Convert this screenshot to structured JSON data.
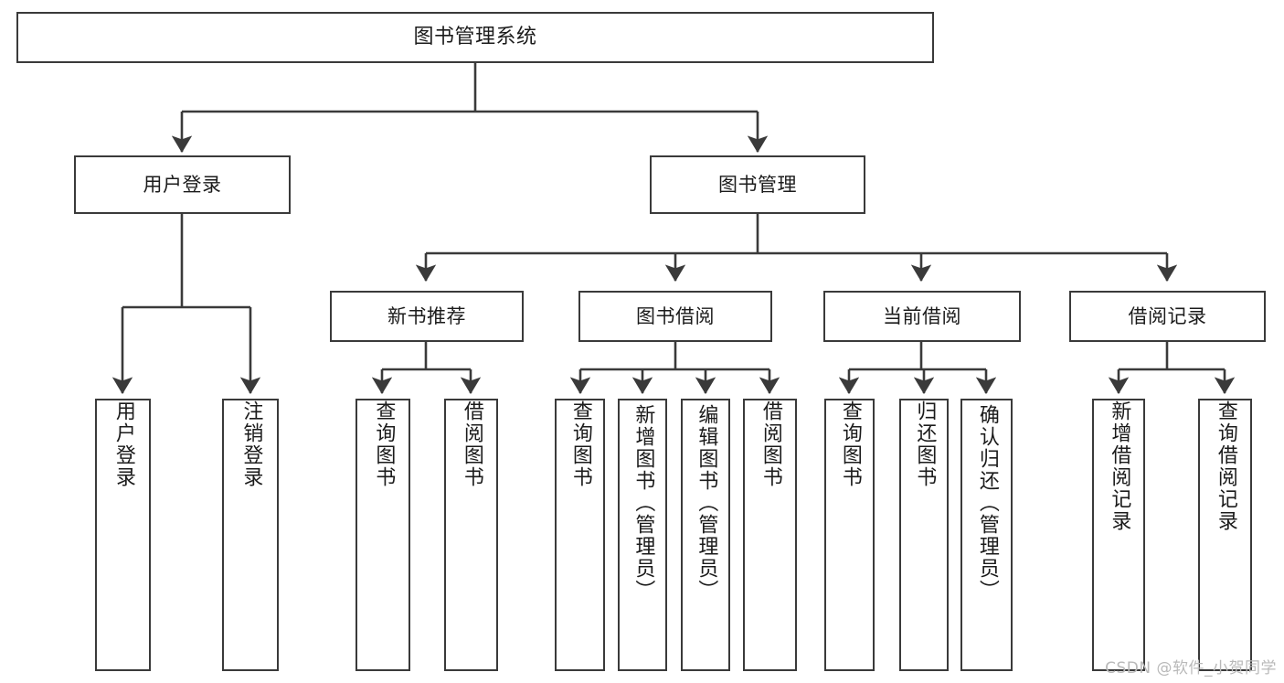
{
  "diagram": {
    "type": "tree",
    "title": "图书管理系统",
    "orientation": "top-down",
    "colors": {
      "box_border": "#3a3a3a",
      "box_fill": "#ffffff",
      "edge": "#3a3a3a",
      "text": "#1b1b1b",
      "watermark": "#b9b9b9",
      "background": "#ffffff"
    },
    "root": {
      "label": "图书管理系统"
    },
    "level2": [
      {
        "id": "user-login",
        "label": "用户登录"
      },
      {
        "id": "book-manage",
        "label": "图书管理"
      }
    ],
    "level3": [
      {
        "id": "new-book-rec",
        "label": "新书推荐",
        "parent": "book-manage"
      },
      {
        "id": "book-borrow",
        "label": "图书借阅",
        "parent": "book-manage"
      },
      {
        "id": "current-borrow",
        "label": "当前借阅",
        "parent": "book-manage"
      },
      {
        "id": "borrow-record",
        "label": "借阅记录",
        "parent": "book-manage"
      }
    ],
    "leaves": [
      {
        "id": "leaf-user-login",
        "label": "用户登录",
        "parent": "user-login"
      },
      {
        "id": "leaf-user-logout",
        "label": "注销登录",
        "parent": "user-login"
      },
      {
        "id": "leaf-rec-query-book",
        "label": "查询图书",
        "parent": "new-book-rec"
      },
      {
        "id": "leaf-rec-borrow-book",
        "label": "借阅图书",
        "parent": "new-book-rec"
      },
      {
        "id": "leaf-borrow-query-book",
        "label": "查询图书",
        "parent": "book-borrow"
      },
      {
        "id": "leaf-borrow-add-book",
        "label": "新增图书（管理员）",
        "parent": "book-borrow"
      },
      {
        "id": "leaf-borrow-edit-book",
        "label": "编辑图书（管理员）",
        "parent": "book-borrow"
      },
      {
        "id": "leaf-borrow-borrow-book",
        "label": "借阅图书",
        "parent": "book-borrow"
      },
      {
        "id": "leaf-cur-query-book",
        "label": "查询图书",
        "parent": "current-borrow"
      },
      {
        "id": "leaf-cur-return-book",
        "label": "归还图书",
        "parent": "current-borrow"
      },
      {
        "id": "leaf-cur-confirm-return",
        "label": "确认归还（管理员）",
        "parent": "current-borrow"
      },
      {
        "id": "leaf-rec-add-record",
        "label": "新增借阅记录",
        "parent": "borrow-record"
      },
      {
        "id": "leaf-rec-query-record",
        "label": "查询借阅记录",
        "parent": "borrow-record"
      }
    ],
    "watermark": "CSDN @软件_小贺同学"
  }
}
